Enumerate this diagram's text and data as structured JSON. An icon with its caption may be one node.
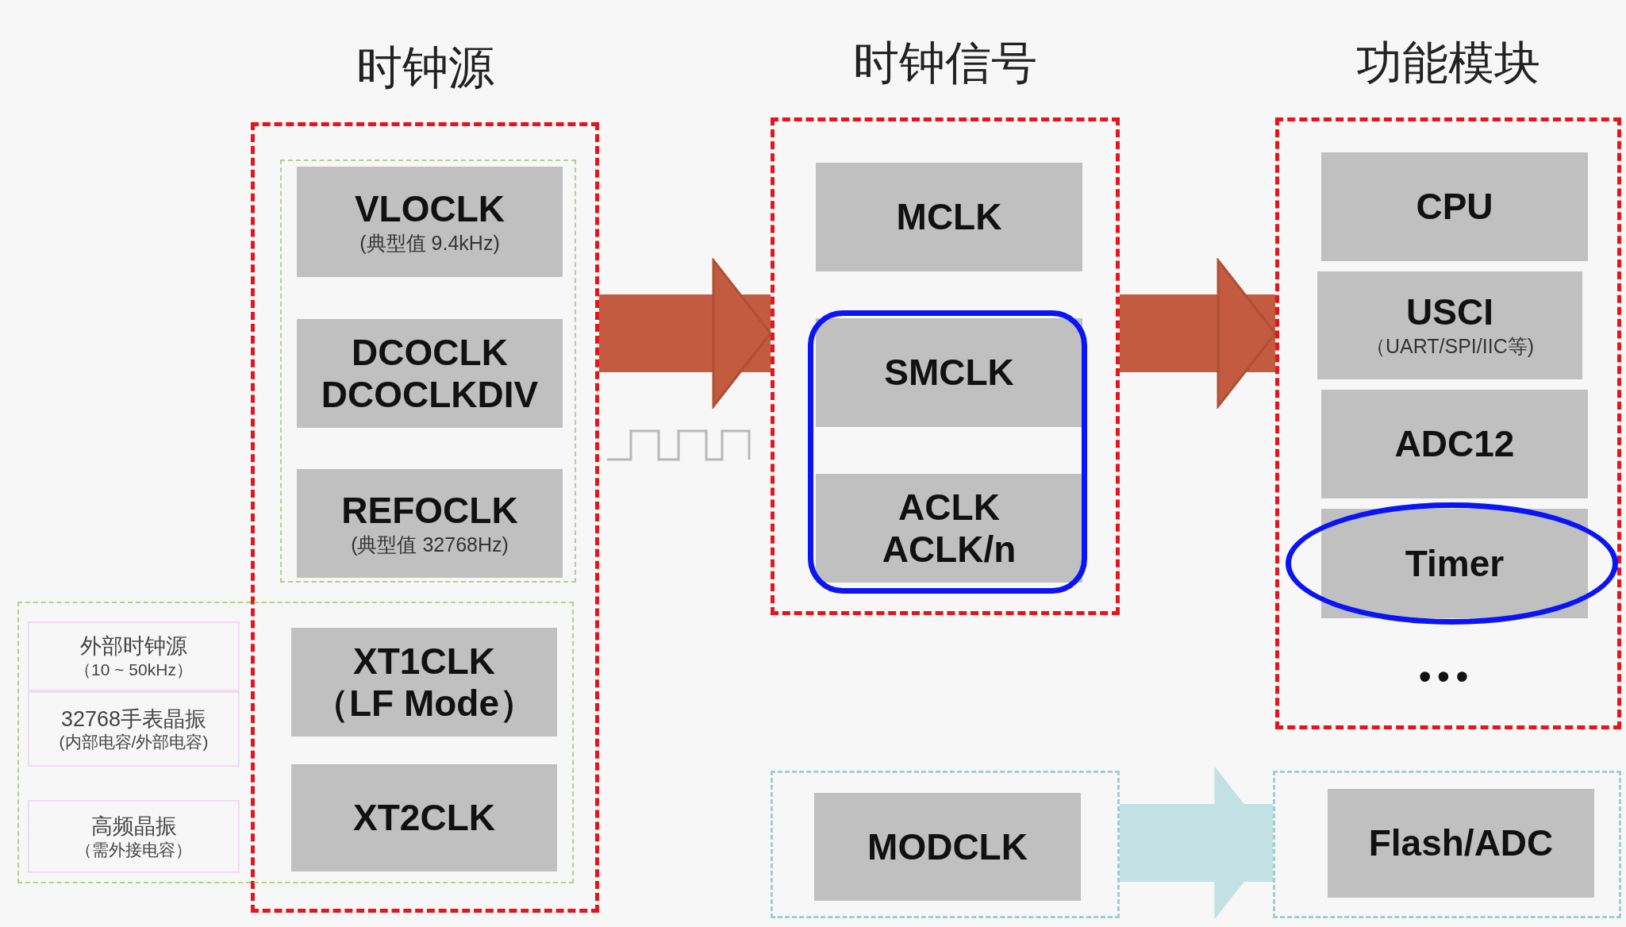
{
  "diagram": {
    "nodes": [
      {
        "text": [
          "时钟源"
        ]
      },
      {
        "text": [],
        "shape": "box",
        "in": 0
      },
      {
        "text": [
          "VLOCLK",
          "(典型值 9.4kHz)"
        ],
        "in": 1
      },
      {
        "text": [
          "DCOCLK",
          "DCOCLKDIV"
        ],
        "in": 1
      },
      {
        "text": [
          "REFOCLK",
          "(典型值 32768Hz)"
        ],
        "in": 1
      },
      {
        "text": [],
        "shape": "box"
      },
      {
        "text": [
          "外部时钟源",
          "（10 ~ 50kHz）"
        ],
        "in": 5
      },
      {
        "text": [
          "32768手表晶振",
          "(内部电容/外部电容)"
        ],
        "in": 5
      },
      {
        "text": [
          "高频晶振",
          "（需外接电容）"
        ],
        "in": 5
      },
      {
        "text": [
          "XT1CLK",
          "（LF Mode）"
        ]
      },
      {
        "text": [
          "XT2CLK"
        ]
      },
      {
        "text": [
          "时钟信号"
        ]
      },
      {
        "text": [
          "MCLK"
        ],
        "in": 11
      },
      {
        "text": [],
        "shape": "box",
        "in": 11
      },
      {
        "text": [
          "SMCLK"
        ],
        "in": 13
      },
      {
        "text": [
          "ACLK",
          "ACLK/n"
        ],
        "in": 13
      },
      {
        "text": [
          "功能模块"
        ]
      },
      {
        "text": [
          "CPU"
        ],
        "in": 16
      },
      {
        "text": [
          "USCI",
          "（UART/SPI/IIC等)"
        ],
        "in": 16
      },
      {
        "text": [
          "ADC12"
        ],
        "in": 16
      },
      {
        "text": [],
        "shape": "ellipse",
        "in": 16
      },
      {
        "text": [
          "Timer"
        ],
        "in": 20
      },
      {
        "text": [],
        "shape": "box"
      },
      {
        "text": [
          "MODCLK"
        ],
        "in": 22
      },
      {
        "text": [],
        "shape": "box"
      },
      {
        "text": [
          "Flash/ADC"
        ],
        "in": 24
      }
    ],
    "edges": [
      {
        "from": 0,
        "to": 11,
        "arrow": "to"
      },
      {
        "from": 11,
        "to": 16,
        "arrow": "to"
      },
      {
        "from": 22,
        "to": 24,
        "arrow": "to",
        "color": "#c3e0e4"
      }
    ],
    "labels": [
      "•••"
    ]
  }
}
